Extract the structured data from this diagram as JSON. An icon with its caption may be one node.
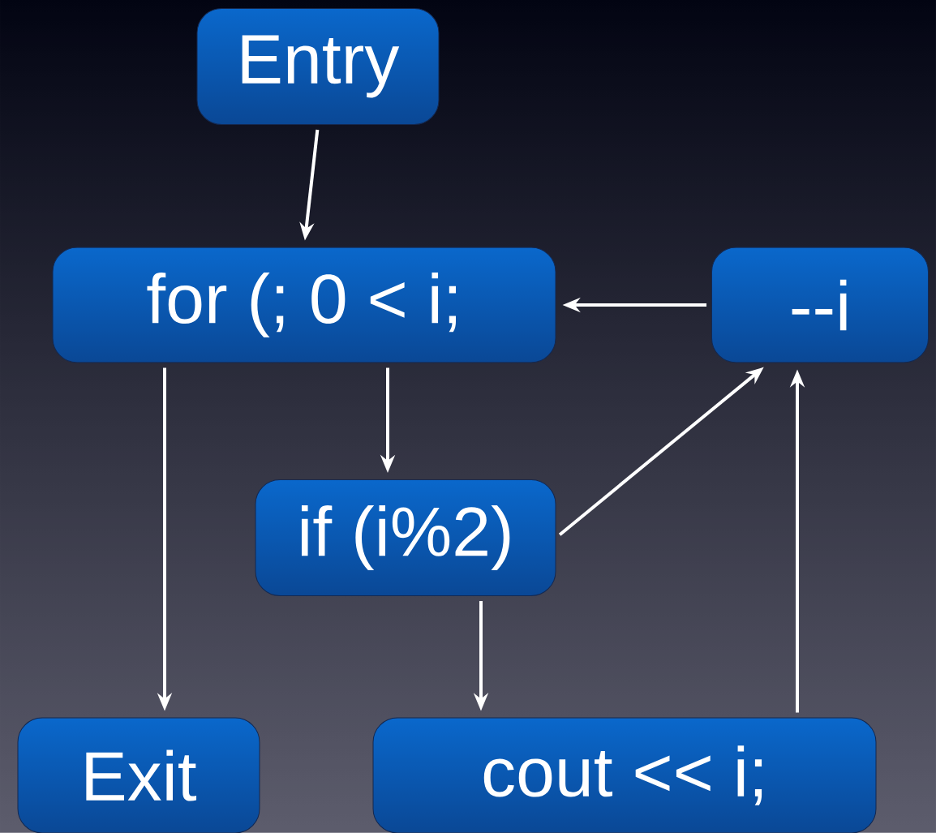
{
  "diagram": {
    "nodes": [
      {
        "text": [
          "Entry"
        ]
      },
      {
        "text": [
          "for (; 0 < i;"
        ]
      },
      {
        "text": [
          "--i"
        ]
      },
      {
        "text": [
          "if (i%2)"
        ]
      },
      {
        "text": [
          "Exit"
        ]
      },
      {
        "text": [
          "cout << i;"
        ]
      }
    ],
    "edges": [
      {
        "from": 0,
        "to": 1,
        "arrow": "to"
      },
      {
        "from": 2,
        "to": 1,
        "arrow": "to"
      },
      {
        "from": 1,
        "to": 3,
        "arrow": "to"
      },
      {
        "from": 1,
        "to": 4,
        "arrow": "to"
      },
      {
        "from": 3,
        "to": 2,
        "arrow": "to"
      },
      {
        "from": 3,
        "to": 5,
        "arrow": "to"
      },
      {
        "from": 5,
        "to": 2,
        "arrow": "to"
      }
    ]
  }
}
